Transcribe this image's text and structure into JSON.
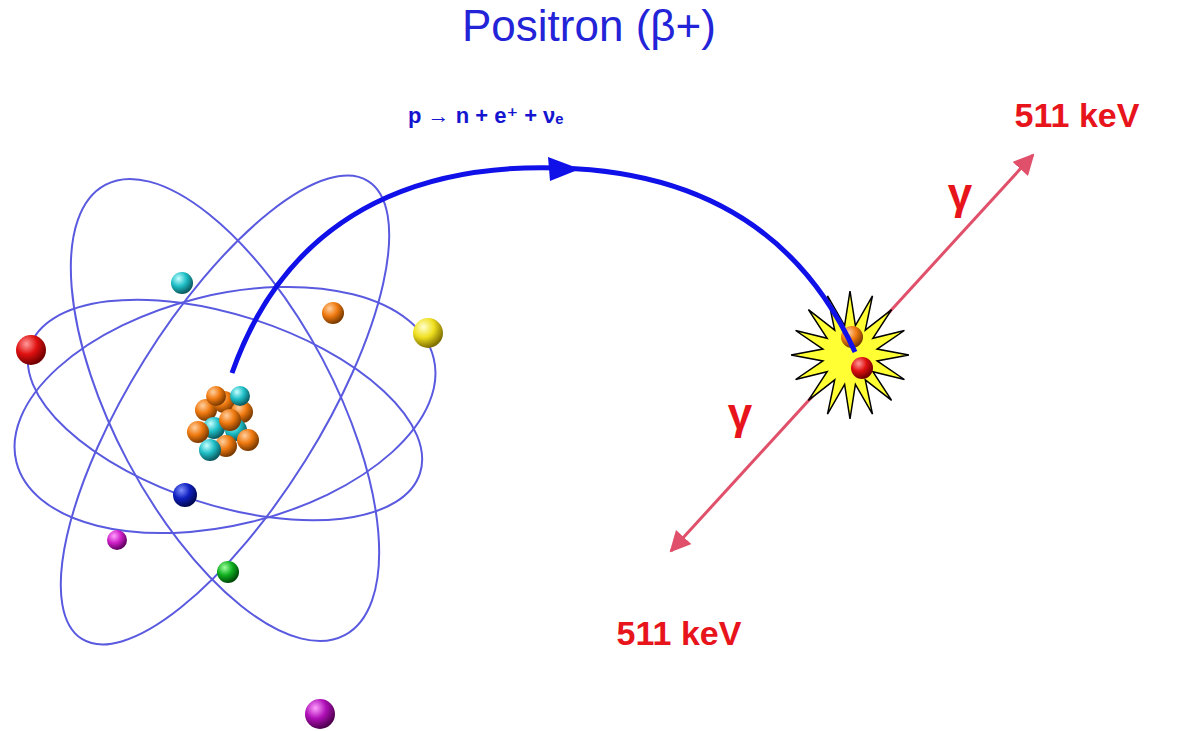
{
  "diagram": {
    "title": "Positron (β+)",
    "labels": [
      "p → n + e⁺ + νₑ",
      "511 keV",
      "γ",
      "γ",
      "511 keV"
    ]
  }
}
